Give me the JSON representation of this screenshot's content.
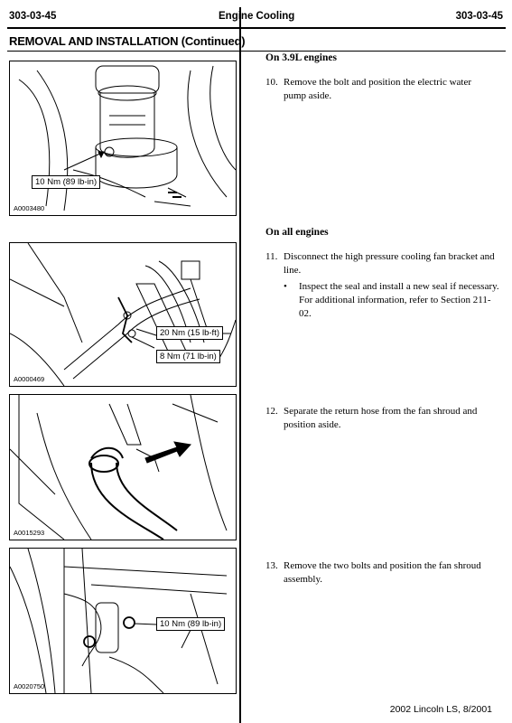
{
  "header": {
    "left_code": "303-03-45",
    "center_title": "Engine Cooling",
    "right_code": "303-03-45"
  },
  "section_title": "REMOVAL AND INSTALLATION (Continued)",
  "figures": [
    {
      "id": "A0003480",
      "callouts": [
        "10 Nm (89 lb-in)"
      ]
    },
    {
      "id": "A0000469",
      "callouts": [
        "20 Nm (15 lb-ft)",
        "8 Nm (71 lb-in)"
      ]
    },
    {
      "id": "A0015293",
      "callouts": []
    },
    {
      "id": "A0020750",
      "callouts": [
        "10 Nm (89 lb-in)"
      ]
    }
  ],
  "subheadings": {
    "engine_39": "On 3.9L engines",
    "all_engines": "On all engines"
  },
  "steps": [
    {
      "num": "10.",
      "text": "Remove the bolt and position the electric water pump aside."
    },
    {
      "num": "11.",
      "text": "Disconnect the high pressure cooling fan bracket and line."
    },
    {
      "num": "12.",
      "text": "Separate the return hose from the fan shroud and position aside."
    },
    {
      "num": "13.",
      "text": "Remove the two bolts and position the fan shroud assembly."
    }
  ],
  "bullets": [
    {
      "symbol": "•",
      "text": "Inspect the seal and install a new seal if necessary. For additional information, refer to Section 211-02."
    }
  ],
  "footer": "2002 Lincoln LS, 8/2001"
}
